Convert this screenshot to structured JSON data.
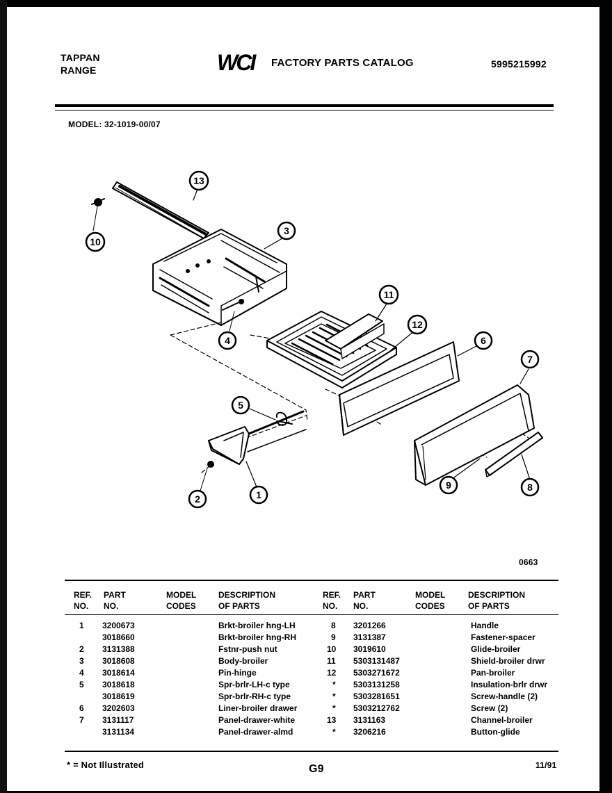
{
  "header": {
    "brand_line1": "TAPPAN",
    "brand_line2": "RANGE",
    "logo_text": "WCI",
    "catalog_title": "FACTORY PARTS CATALOG",
    "catalog_number": "5995215992",
    "model_label": "MODEL: 32-1019-00/07"
  },
  "diagram": {
    "drawing_number": "0663",
    "callouts": [
      "1",
      "2",
      "3",
      "4",
      "5",
      "6",
      "7",
      "8",
      "9",
      "10",
      "11",
      "12",
      "13"
    ]
  },
  "table": {
    "headers": {
      "ref_line1": "REF.",
      "ref_line2": "NO.",
      "part_line1": "PART",
      "part_line2": "NO.",
      "model_line1": "MODEL",
      "model_line2": "CODES",
      "desc_line1": "DESCRIPTION",
      "desc_line2": "OF PARTS"
    },
    "left_rows": [
      {
        "ref": "1",
        "part": "3200673",
        "desc": "Brkt-broiler hng-LH"
      },
      {
        "ref": "",
        "part": "3018660",
        "desc": "Brkt-broiler hng-RH"
      },
      {
        "ref": "2",
        "part": "3131388",
        "desc": "Fstnr-push nut"
      },
      {
        "ref": "3",
        "part": "3018608",
        "desc": "Body-broiler"
      },
      {
        "ref": "4",
        "part": "3018614",
        "desc": "Pin-hinge"
      },
      {
        "ref": "5",
        "part": "3018618",
        "desc": "Spr-brlr-LH-c type"
      },
      {
        "ref": "",
        "part": "3018619",
        "desc": "Spr-brlr-RH-c type"
      },
      {
        "ref": "6",
        "part": "3202603",
        "desc": "Liner-broiler drawer"
      },
      {
        "ref": "7",
        "part": "3131117",
        "desc": "Panel-drawer-white"
      },
      {
        "ref": "",
        "part": "3131134",
        "desc": "Panel-drawer-almd"
      }
    ],
    "right_rows": [
      {
        "ref": "8",
        "part": "3201266",
        "desc": "Handle"
      },
      {
        "ref": "9",
        "part": "3131387",
        "desc": "Fastener-spacer"
      },
      {
        "ref": "10",
        "part": "3019610",
        "desc": "Glide-broiler"
      },
      {
        "ref": "11",
        "part": "5303131487",
        "desc": "Shield-broiler drwr"
      },
      {
        "ref": "12",
        "part": "5303271672",
        "desc": "Pan-broiler"
      },
      {
        "ref": "*",
        "part": "5303131258",
        "desc": "Insulation-brlr drwr"
      },
      {
        "ref": "*",
        "part": "5303281651",
        "desc": "Screw-handle (2)"
      },
      {
        "ref": "*",
        "part": "5303212762",
        "desc": "Screw (2)"
      },
      {
        "ref": "13",
        "part": "3131163",
        "desc": "Channel-broiler"
      },
      {
        "ref": "*",
        "part": "3206216",
        "desc": "Button-glide"
      }
    ]
  },
  "footer": {
    "note": "* = Not Illustrated",
    "page": "G9",
    "date": "11/91"
  }
}
